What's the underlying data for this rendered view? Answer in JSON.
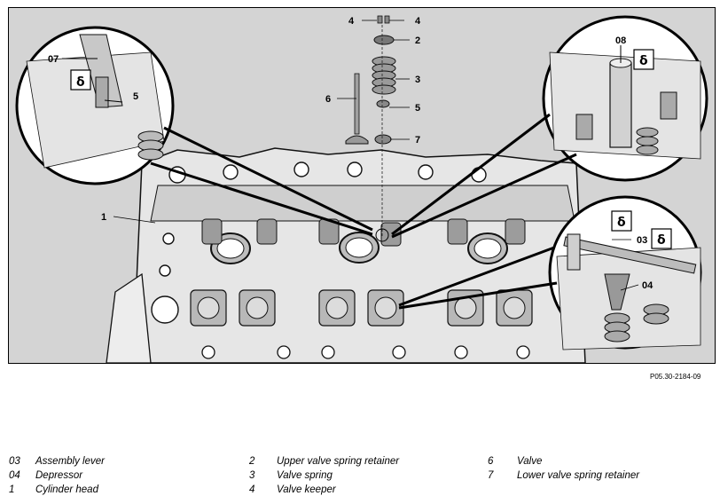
{
  "figure": {
    "code": "P05.30-2184-09",
    "callouts": {
      "c1": "1",
      "c2": "2",
      "c3": "3",
      "c4a": "4",
      "c4b": "4",
      "c5": "5",
      "c5b": "5",
      "c6": "6",
      "c7": "7",
      "c03": "03",
      "c04": "04",
      "c07": "07",
      "c08": "08"
    }
  },
  "legend": {
    "columns": [
      {
        "items": [
          {
            "code": "03",
            "label": "Assembly lever"
          },
          {
            "code": "04",
            "label": "Depressor"
          },
          {
            "code": "1",
            "label": "Cylinder head"
          }
        ]
      },
      {
        "items": [
          {
            "code": "2",
            "label": "Upper valve spring retainer"
          },
          {
            "code": "3",
            "label": "Valve spring"
          },
          {
            "code": "4",
            "label": "Valve keeper"
          }
        ]
      },
      {
        "items": [
          {
            "code": "6",
            "label": "Valve"
          },
          {
            "code": "7",
            "label": "Lower valve spring retainer"
          }
        ]
      }
    ]
  }
}
